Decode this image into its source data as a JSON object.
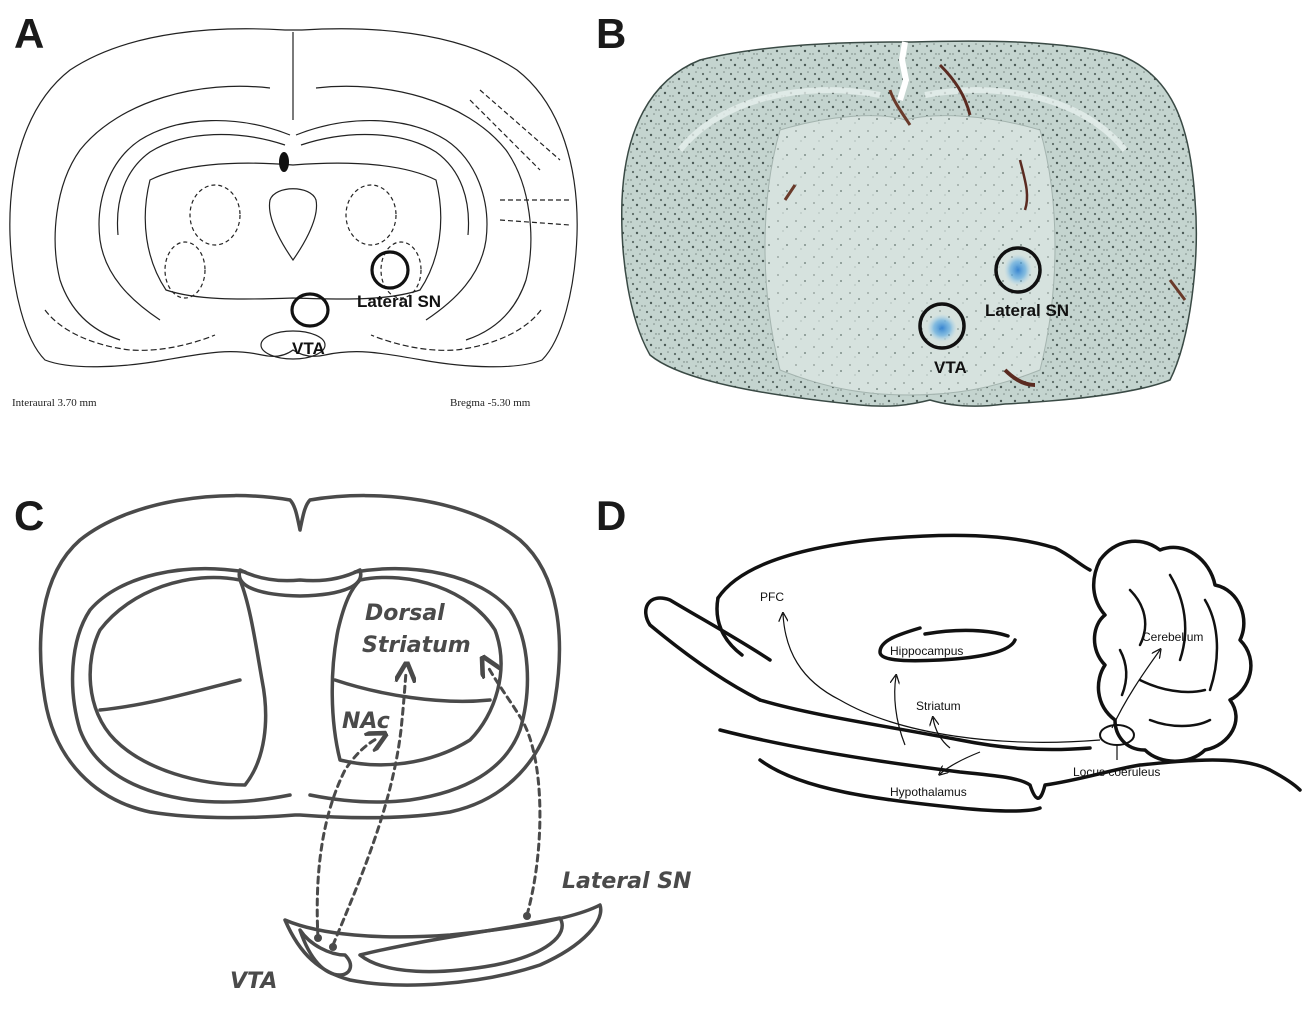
{
  "panels": {
    "a": {
      "letter": "A",
      "labels": {
        "lateral_sn": "Lateral SN",
        "vta": "VTA"
      },
      "interaural": "Interaural 3.70 mm",
      "bregma": "Bregma -5.30 mm"
    },
    "b": {
      "letter": "B",
      "labels": {
        "lateral_sn": "Lateral SN",
        "vta": "VTA"
      }
    },
    "c": {
      "letter": "C",
      "labels": {
        "dorsal": "Dorsal",
        "striatum": "Striatum",
        "nac": "NAc",
        "lateral_sn": "Lateral SN",
        "vta": "VTA"
      }
    },
    "d": {
      "letter": "D",
      "labels": {
        "pfc": "PFC",
        "hippocampus": "Hippocampus",
        "striatum": "Striatum",
        "cerebellum": "Cerebellum",
        "hypothalamus": "Hypothalamus",
        "locus_coeruleus": "Locus coeruleus"
      }
    }
  },
  "colors": {
    "line_dark": "#111111",
    "panel_c_line": "#4a4a4a",
    "stain_blue": "#3a8fd0",
    "tissue_tint": "#b8c9c4"
  }
}
